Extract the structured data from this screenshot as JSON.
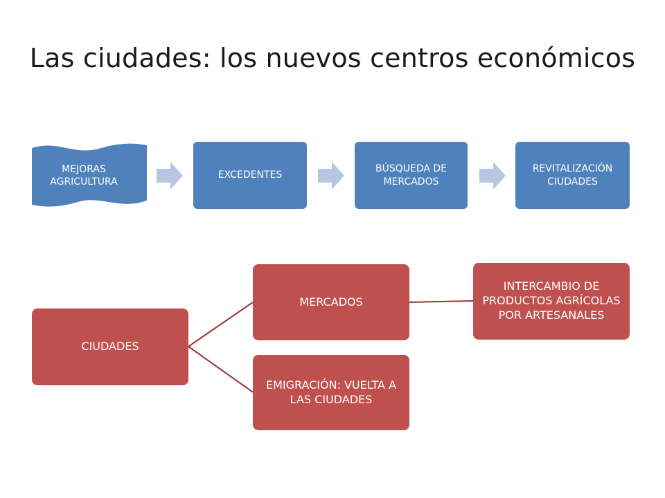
{
  "slide": {
    "title": "Las ciudades: los nuevos centros económicos"
  },
  "flow": {
    "steps": [
      {
        "label": "MEJORAS AGRICULTURA"
      },
      {
        "label": "EXCEDENTES"
      },
      {
        "label": "BÚSQUEDA DE MERCADOS"
      },
      {
        "label": "REVITALIZACIÓN CIUDADES"
      }
    ],
    "color": "#4f81bd",
    "arrow_color": "#b7c7e3"
  },
  "tree": {
    "root": {
      "label": "CIUDADES"
    },
    "branches": [
      {
        "label": "MERCADOS",
        "children": [
          {
            "label": "INTERCAMBIO DE PRODUCTOS AGRÍCOLAS POR ARTESANALES"
          }
        ]
      },
      {
        "label": "EMIGRACIÓN: VUELTA A LAS CIUDADES"
      }
    ],
    "color": "#c0504d",
    "connector_color": "#943634"
  }
}
